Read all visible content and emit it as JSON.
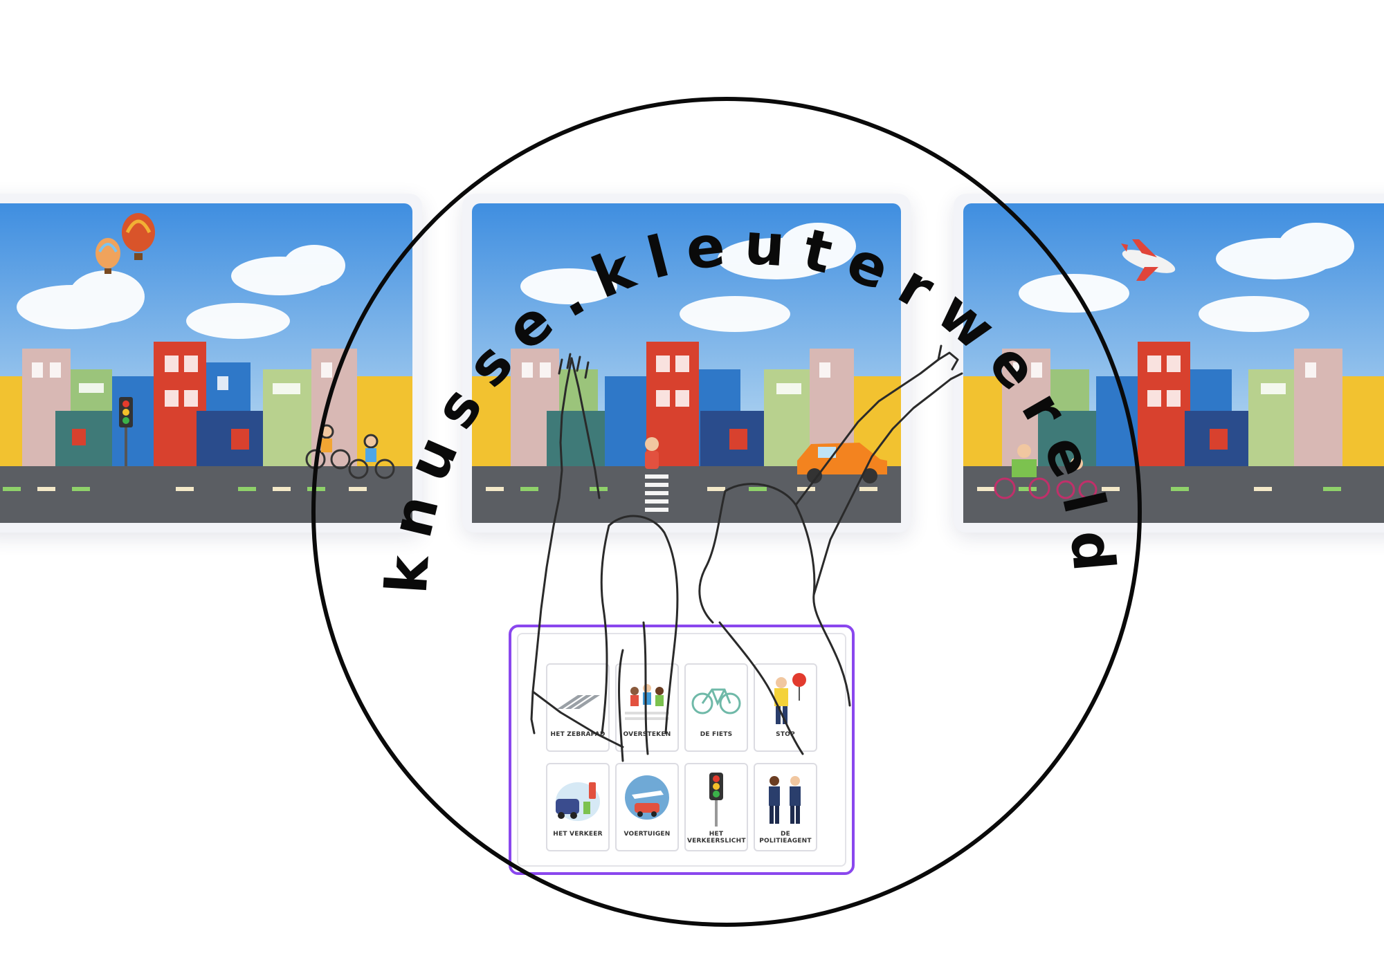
{
  "brand": {
    "logo_text": "knusse.kleuterwereld",
    "ring_color": "#0a0a0a"
  },
  "colors": {
    "sky_top": "#3f8ee0",
    "sky_bottom": "#d8ecf6",
    "road": "#5b5e63",
    "board_border": "#8a47ee"
  },
  "carousel": {
    "cards": [
      {
        "name": "scene-balloons",
        "sky_item": "hot-air-balloons"
      },
      {
        "name": "scene-crossing",
        "sky_item": "clouds"
      },
      {
        "name": "scene-airplane",
        "sky_item": "airplane"
      }
    ]
  },
  "vocab": {
    "cards": [
      {
        "label": "HET ZEBRAPAD",
        "icon": "zebra-crossing-icon"
      },
      {
        "label": "OVERSTEKEN",
        "icon": "crossing-children-icon"
      },
      {
        "label": "DE FIETS",
        "icon": "bicycle-icon"
      },
      {
        "label": "STOP",
        "icon": "stop-officer-icon"
      },
      {
        "label": "HET VERKEER",
        "icon": "traffic-icon"
      },
      {
        "label": "VOERTUIGEN",
        "icon": "vehicles-icon"
      },
      {
        "label": "HET VERKEERSLICHT",
        "icon": "traffic-light-icon"
      },
      {
        "label": "DE POLITIEAGENT",
        "icon": "police-officer-icon"
      }
    ]
  }
}
